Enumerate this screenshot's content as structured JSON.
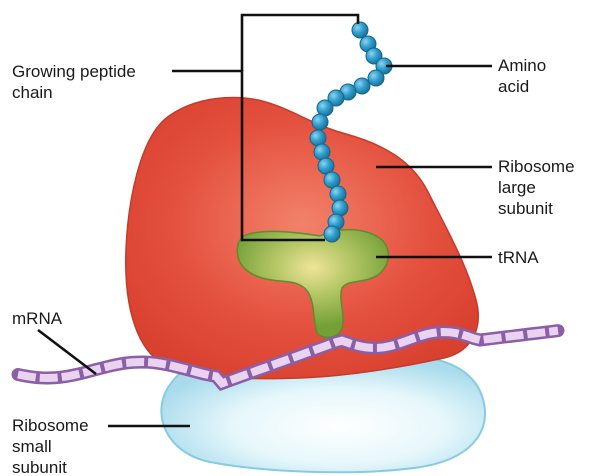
{
  "labels": {
    "growing_peptide_chain": [
      "Growing peptide",
      "chain"
    ],
    "amino_acid": [
      "Amino",
      "acid"
    ],
    "ribosome_large_subunit": [
      "Ribosome",
      "large",
      "subunit"
    ],
    "trna": [
      "tRNA"
    ],
    "mrna": [
      "mRNA"
    ],
    "ribosome_small_subunit": [
      "Ribosome",
      "small",
      "subunit"
    ]
  },
  "colors": {
    "large_subunit": "#e0483a",
    "small_subunit": "#cdeef7",
    "trna": "#7fa83a",
    "amino_acid_bead": "#2a95c2",
    "mrna_outline": "#8b5fa6",
    "mrna_fill": "#e9d3f0"
  }
}
